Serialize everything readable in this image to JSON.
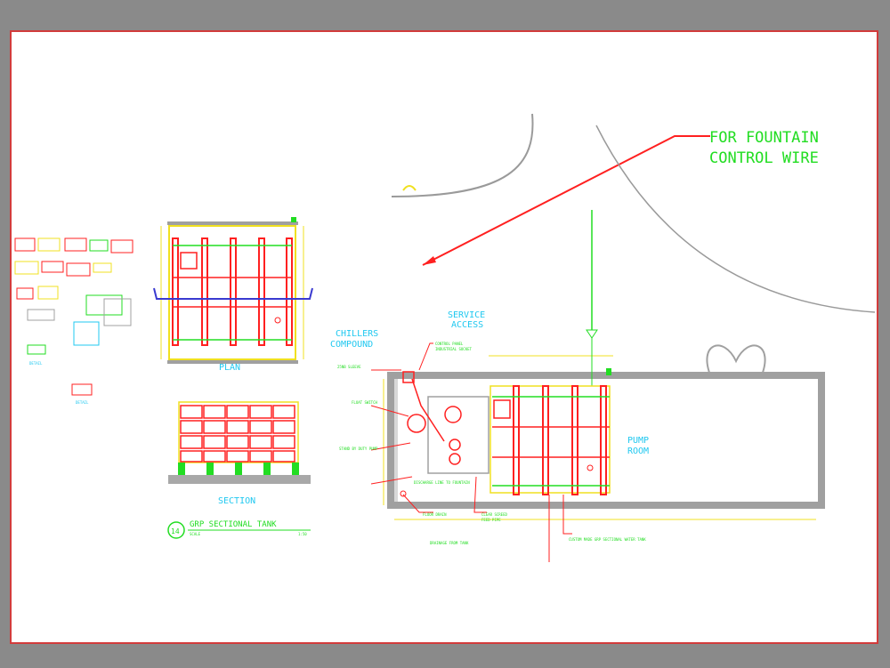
{
  "annotation": {
    "line1": "FOR FOUNTAIN",
    "line2": "CONTROL WIRE"
  },
  "plan_label": "PLAN",
  "section_label": "SECTION",
  "title_block": {
    "number": "14",
    "title": "GRP SECTIONAL TANK",
    "scale_left": "SCALE",
    "scale_right": "1:50"
  },
  "rooms": {
    "service_access": [
      "SERVICE",
      "ACCESS"
    ],
    "chillers": [
      "CHILLERS",
      "COMPOUND"
    ],
    "pump_room": [
      "PUMP",
      "ROOM"
    ]
  },
  "callouts": [
    "CONTROL PANEL",
    "INDUSTRIAL SOCKET",
    "25NB SLEEVE",
    "FLOAT SWITCH",
    "STAND BY DUTY PUMP",
    "FLOOR DRAIN",
    "DISCHARGE LINE TO FOUNTAIN",
    "CLEAR SCREED",
    "FEED PIPE",
    "DRAINAGE FROM TANK",
    "CUSTOM MADE GRP SECTIONAL WATER TANK"
  ],
  "colors": {
    "frame": "#d23b3b",
    "red": "#ff2020",
    "green": "#22dd22",
    "cyan": "#20c8f0",
    "yellow": "#f0e020",
    "grey": "#a0a0a0"
  }
}
